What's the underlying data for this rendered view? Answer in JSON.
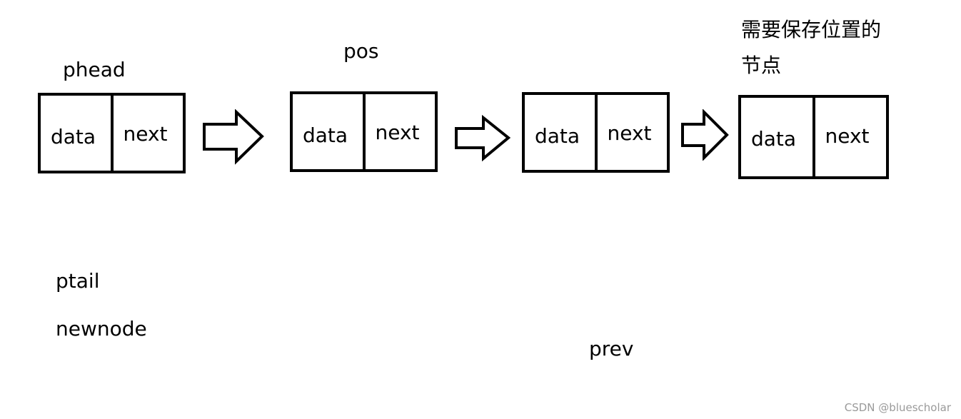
{
  "labels": {
    "phead": "phead",
    "pos": "pos",
    "save_line1": "需要保存位置的",
    "save_line2": "节点",
    "ptail": "ptail",
    "newnode": "newnode",
    "prev": "prev"
  },
  "nodes": [
    {
      "data": "data",
      "next": "next"
    },
    {
      "data": "data",
      "next": "next"
    },
    {
      "data": "data",
      "next": "next"
    },
    {
      "data": "data",
      "next": "next"
    }
  ],
  "watermark": "CSDN @bluescholar"
}
